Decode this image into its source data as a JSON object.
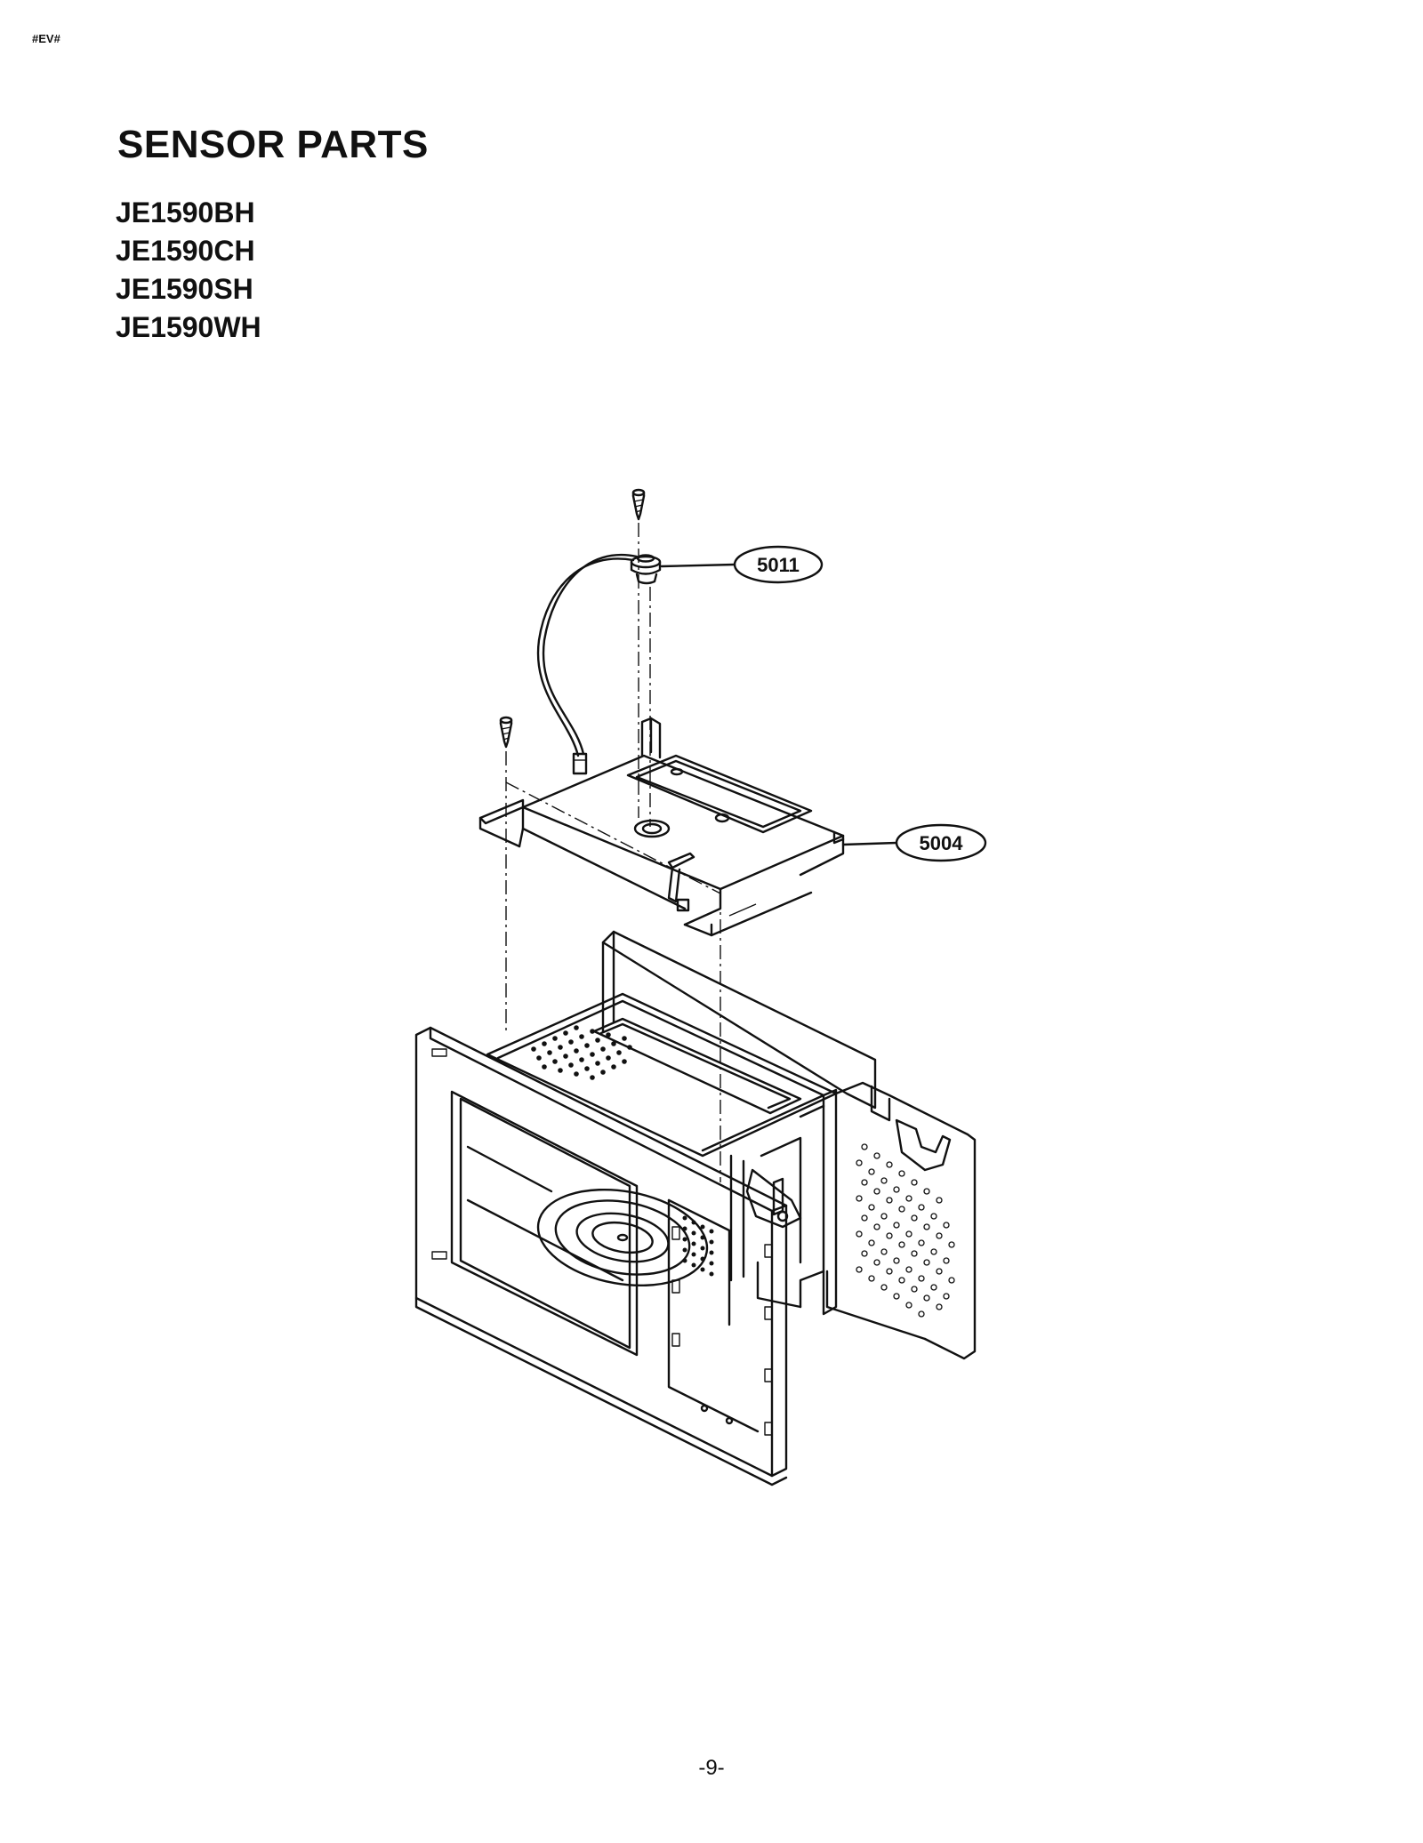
{
  "header": {
    "tag": "#EV#"
  },
  "title": "SENSOR PARTS",
  "models": [
    "JE1590BH",
    "JE1590CH",
    "JE1590SH",
    "JE1590WH"
  ],
  "callouts": [
    {
      "id": "sensor",
      "label": "5011"
    },
    {
      "id": "bracket",
      "label": "5004"
    }
  ],
  "footer": {
    "page_number": "-9-"
  }
}
